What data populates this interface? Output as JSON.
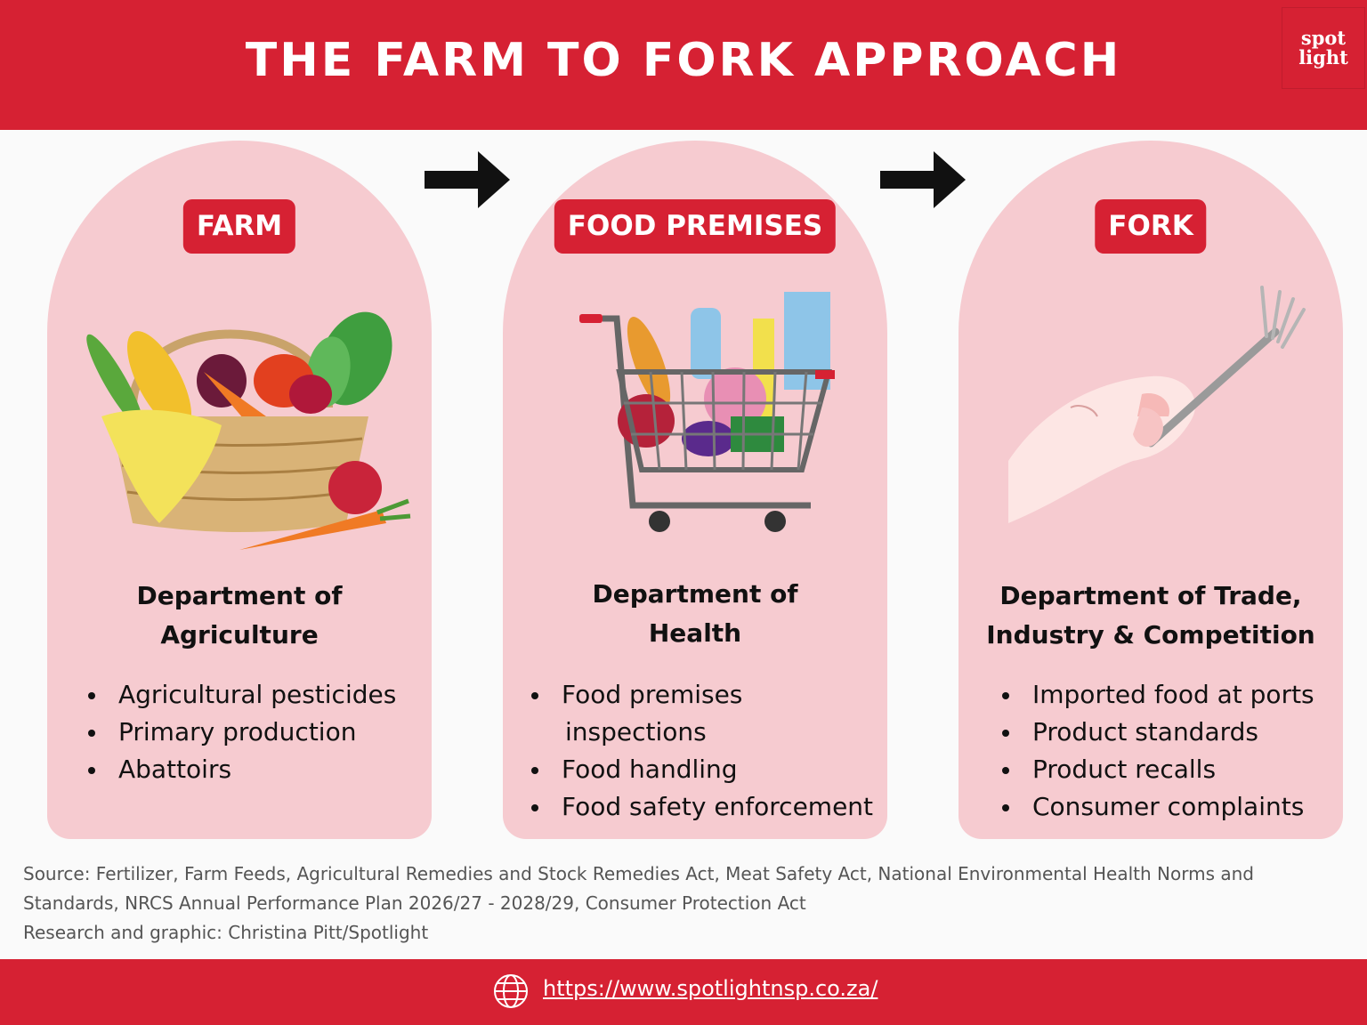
{
  "title": "THE FARM TO FORK APPROACH",
  "logo": {
    "line1": "spot",
    "line2": "light"
  },
  "colors": {
    "brand_red": "#d62133",
    "card_pink": "#f6cbd0",
    "text_dark": "#111111",
    "source_gray": "#555555"
  },
  "stages": [
    {
      "badge": "FARM",
      "illustration": "basket-of-vegetables",
      "department_lines": [
        "Department of",
        "Agriculture"
      ],
      "items": [
        {
          "text": "Agricultural pesticides"
        },
        {
          "text": "Primary production"
        },
        {
          "text": "Abattoirs"
        }
      ]
    },
    {
      "badge": "FOOD PREMISES",
      "illustration": "shopping-cart-with-groceries",
      "department_lines": [
        "Department of",
        "Health"
      ],
      "items": [
        {
          "text": "Food premises",
          "cont": "inspections"
        },
        {
          "text": "Food handling"
        },
        {
          "text": "Food safety enforcement"
        }
      ]
    },
    {
      "badge": "FORK",
      "illustration": "hand-holding-fork",
      "department_lines": [
        "Department of Trade,",
        "Industry & Competition"
      ],
      "items": [
        {
          "text": "Imported food at ports"
        },
        {
          "text": "Product standards"
        },
        {
          "text": "Product recalls"
        },
        {
          "text": "Consumer complaints"
        }
      ]
    }
  ],
  "arrow_icon": "arrow-right-icon",
  "source": {
    "line1": "Source: Fertilizer, Farm Feeds, Agricultural Remedies and Stock Remedies Act, Meat Safety Act, National Environmental Health Norms and",
    "line2": "Standards, NRCS Annual Performance Plan 2026/27 - 2028/29, Consumer Protection Act",
    "credit": "Research and graphic: Christina Pitt/Spotlight"
  },
  "footer": {
    "icon": "globe-icon",
    "url": "https://www.spotlightnsp.co.za/"
  }
}
